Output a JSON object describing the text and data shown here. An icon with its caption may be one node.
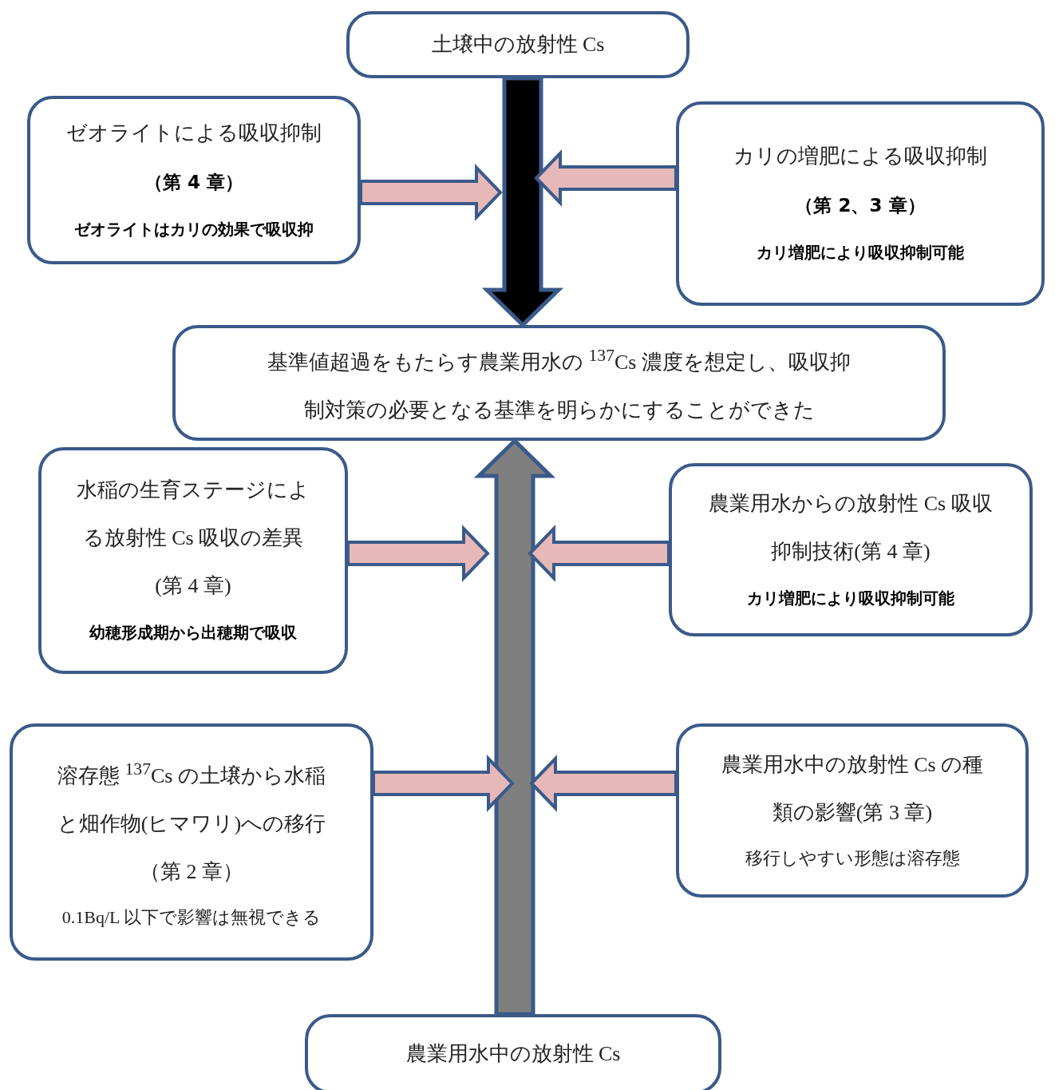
{
  "diagram": {
    "nodes": [
      {
        "text": [
          "土壌中の放射性 Cs"
        ]
      },
      {
        "text": [
          "ゼオライトによる吸収抑制",
          "（第 4 章）",
          "ゼオライトはカリの効果で吸収抑"
        ]
      },
      {
        "text": [
          "カリの増肥による吸収抑制",
          "（第 2、3 章）",
          "カリ増肥により吸収抑制可能"
        ]
      },
      {
        "text": [
          "基準値超過をもたらす農業用水の $^{137}$Cs 濃度を想定し、吸収抑制対策の必要となる基準を明らかにすることができた"
        ]
      },
      {
        "text": [
          "水稲の生育ステージによる放射性 Cs 吸収の差異",
          "(第 4 章)",
          "幼穂形成期から出穂期で吸収"
        ]
      },
      {
        "text": [
          "農業用水からの放射性 Cs 吸収抑制技術(第 4 章)",
          "カリ増肥により吸収抑制可能"
        ]
      },
      {
        "text": [
          "溶存態 $^{137}$Cs の土壌から水稲と畑作物(ヒマワリ)への移行",
          "（第 2 章）",
          "0.1Bq/L 以下で影響は無視できる"
        ]
      },
      {
        "text": [
          "農業用水中の放射性 Cs の種類の影響(第 3 章)",
          "移行しやすい形態は溶存態"
        ]
      },
      {
        "text": [
          "農業用水中の放射性 Cs"
        ]
      }
    ],
    "edges": [
      {
        "from": 0,
        "to": 3,
        "arrow": "to",
        "style": "thick",
        "color": "#000000"
      },
      {
        "from": 8,
        "to": 3,
        "arrow": "to",
        "style": "thick",
        "color": "#7f7f7f"
      },
      {
        "from": 1,
        "to": null,
        "arrow": "to"
      },
      {
        "from": 2,
        "to": null,
        "arrow": "to"
      },
      {
        "from": 4,
        "to": null,
        "arrow": "to"
      },
      {
        "from": 5,
        "to": null,
        "arrow": "to"
      },
      {
        "from": 6,
        "to": null,
        "arrow": "to"
      },
      {
        "from": 7,
        "to": null,
        "arrow": "to"
      }
    ]
  }
}
